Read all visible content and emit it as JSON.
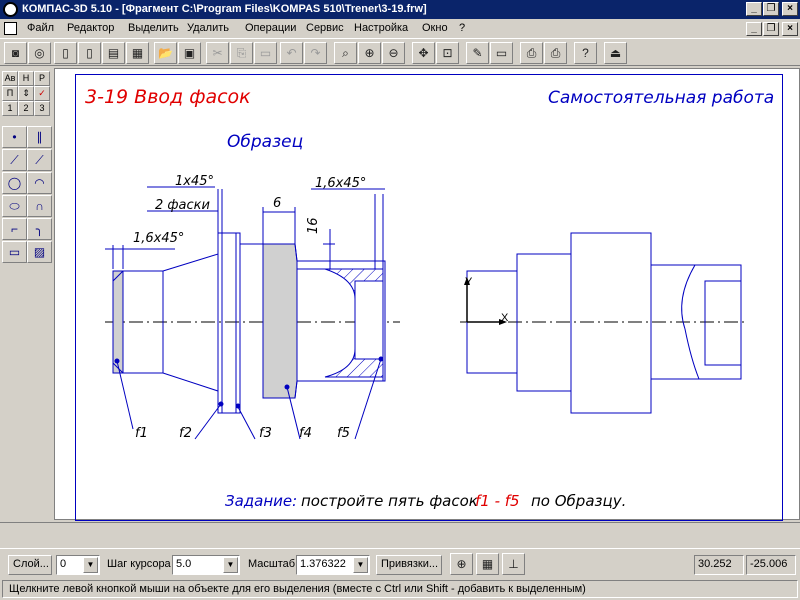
{
  "window": {
    "title": "КОМПАС-3D 5.10 - [Фрагмент C:\\Program Files\\KOMPAS 510\\Trener\\3-19.frw]"
  },
  "menu": [
    "Файл",
    "Редактор",
    "Выделить",
    "Удалить",
    "Операции",
    "Сервис",
    "Настройка",
    "Окно",
    "?"
  ],
  "toolbar_icons": [
    "snapshot-icon",
    "camera-icon",
    "new-file-icon",
    "new-sheet-icon",
    "new-text-icon",
    "new-spec-icon",
    "open-folder-icon",
    "save-icon",
    "cut-icon",
    "copy-icon",
    "paste-icon",
    "undo-icon",
    "redo-icon",
    "zoom-icon",
    "zoom-in-icon",
    "zoom-out-icon",
    "pan-icon",
    "zoom-fit-icon",
    "redraw-icon",
    "properties-icon",
    "preview-icon",
    "print-icon",
    "help-cursor-icon",
    "exit-icon"
  ],
  "left_panel": {
    "top_buttons": [
      "Ав",
      "Н",
      "Р",
      "П",
      "⇕",
      "✓",
      "1",
      "2",
      "3"
    ]
  },
  "drawing": {
    "title_left": "3-19 Ввод фасок",
    "title_right": "Самостоятельная работа",
    "sample_label": "Образец",
    "dim_1": "1x45°",
    "dim_1b": "2 фаски",
    "dim_2": "1,6x45°",
    "dim_3": "1,6x45°",
    "dim_4": "6",
    "dim_5": "16",
    "labels": [
      "f1",
      "f2",
      "f3",
      "f4",
      "f5"
    ],
    "axis_y": "Y",
    "axis_x": "X",
    "task_prefix": "Задание:",
    "task_mid": "постройте пять фасок",
    "task_range": "f1 - f5",
    "task_suffix": "по Образцу."
  },
  "status": {
    "layer_btn": "Слой...",
    "layer_value": "0",
    "step_label": "Шаг курсора",
    "step_value": "5.0",
    "scale_label": "Масштаб",
    "scale_value": "1.376322",
    "snap_btn": "Привязки...",
    "coord_x": "30.252",
    "coord_y": "-25.006",
    "hint": "Щелкните левой кнопкой мыши на объекте для его выделения (вместе с Ctrl или Shift - добавить к выделенным)"
  },
  "colors": {
    "title_red": "#e00000",
    "drawing_blue": "#0000c0",
    "titlebar": "#0a246a"
  }
}
